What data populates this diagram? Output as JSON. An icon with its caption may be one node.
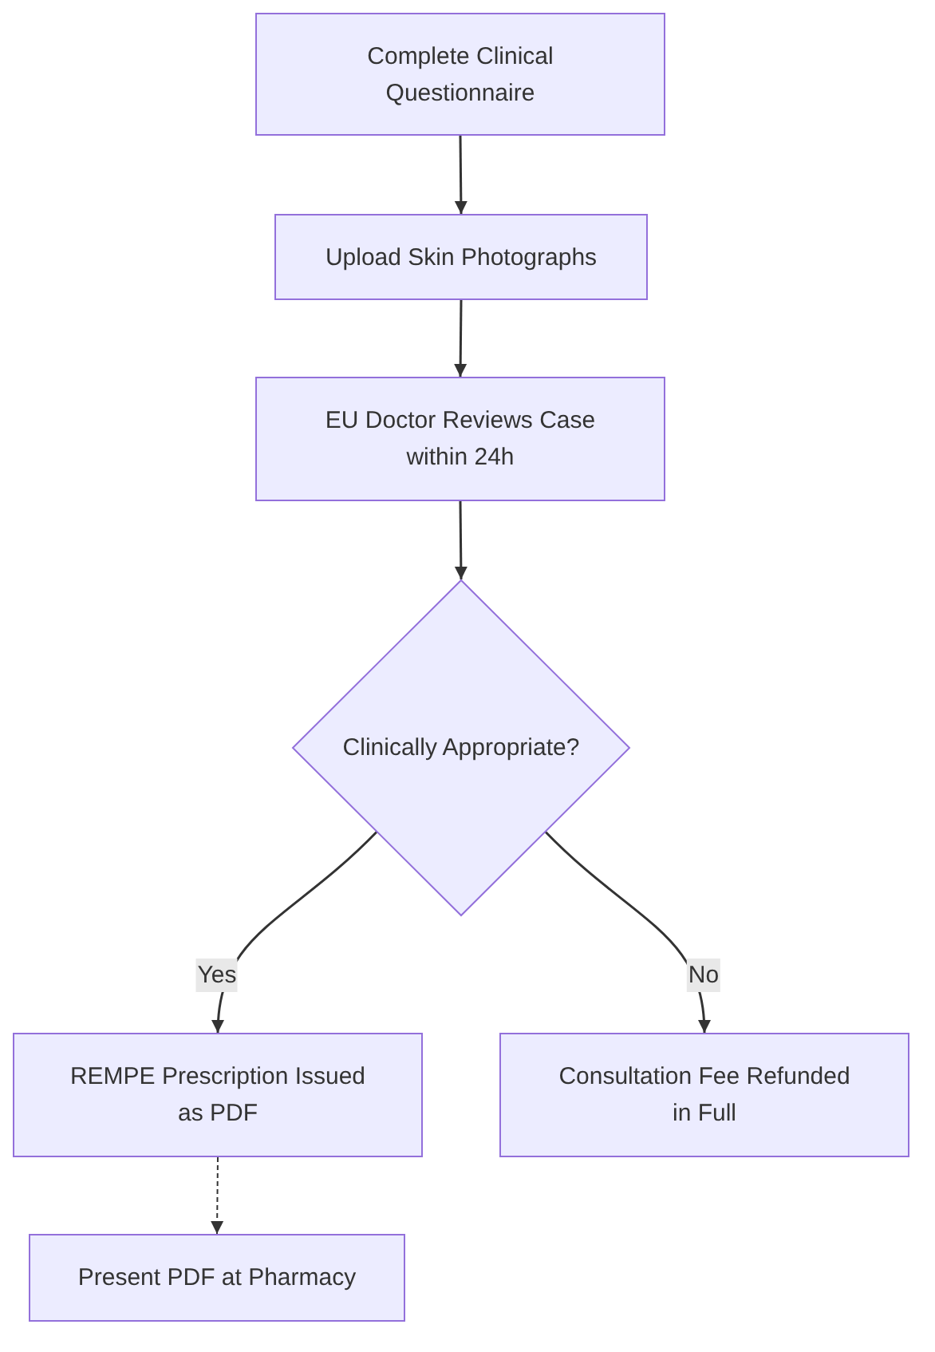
{
  "diagram": {
    "nodes": [
      {
        "text": [
          "Complete Clinical Questionnaire"
        ]
      },
      {
        "text": [
          "Upload Skin Photographs"
        ]
      },
      {
        "text": [
          "EU Doctor Reviews Case within 24h"
        ]
      },
      {
        "text": [
          "Clinically Appropriate?"
        ]
      },
      {
        "text": [
          "REMPE Prescription Issued as PDF"
        ]
      },
      {
        "text": [
          "Consultation Fee Refunded in Full"
        ]
      },
      {
        "text": [
          "Present PDF at Pharmacy"
        ]
      }
    ],
    "edges": [
      {
        "from": 0,
        "to": 1,
        "arrow": "to"
      },
      {
        "from": 1,
        "to": 2,
        "arrow": "to"
      },
      {
        "from": 2,
        "to": 3,
        "arrow": "to"
      },
      {
        "from": 3,
        "to": 4,
        "arrow": "to",
        "label": "Yes"
      },
      {
        "from": 3,
        "to": 5,
        "arrow": "to",
        "label": "No"
      },
      {
        "from": 4,
        "to": 6,
        "arrow": "to",
        "style": "dashed"
      }
    ]
  }
}
